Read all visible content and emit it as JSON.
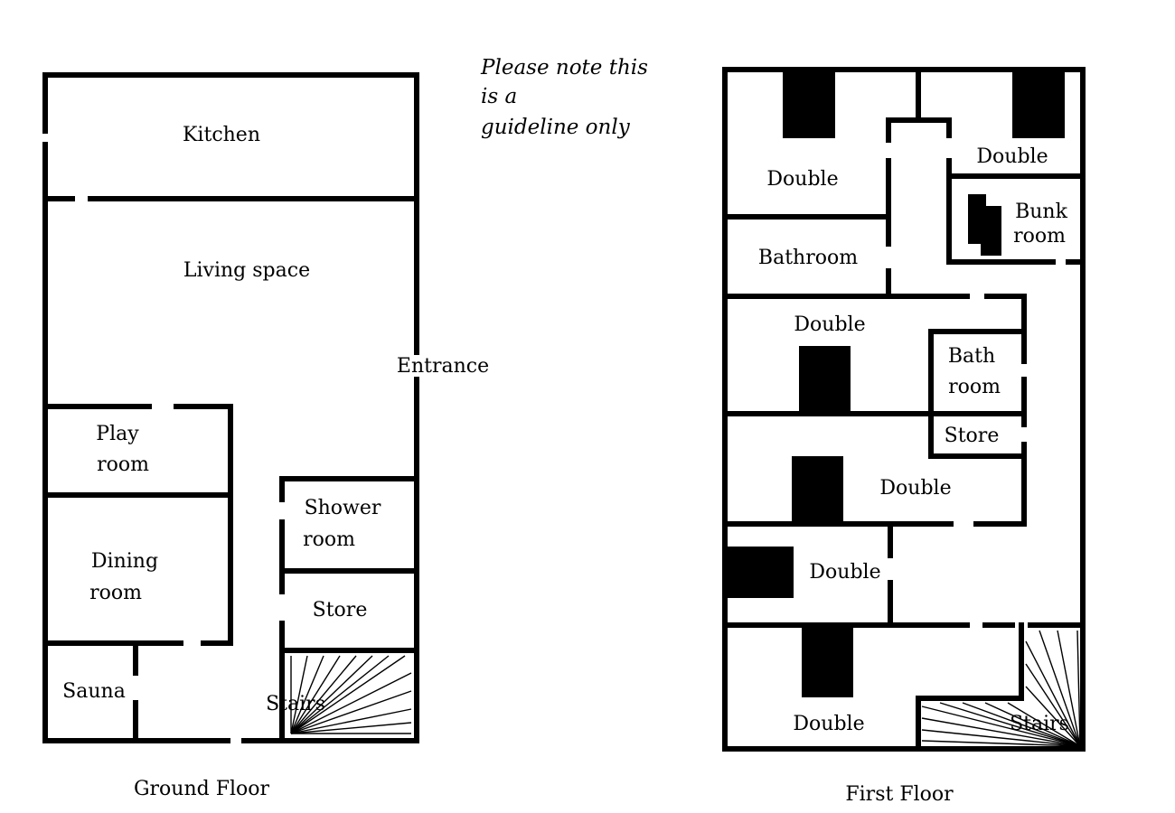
{
  "note": [
    "Please note this",
    "is a",
    "guideline only"
  ],
  "ground_floor": {
    "caption": "Ground Floor",
    "rooms": {
      "kitchen": "Kitchen",
      "living": "Living space",
      "entrance": "Entrance",
      "play": [
        "Play",
        "room"
      ],
      "dining": [
        "Dining",
        "room"
      ],
      "shower": [
        "Shower",
        "room"
      ],
      "store": "Store",
      "sauna": "Sauna",
      "stairs": "Stairs"
    }
  },
  "first_floor": {
    "caption": "First Floor",
    "rooms": {
      "double_top_left": "Double",
      "double_top_right": "Double",
      "bunk": [
        "Bunk",
        "room"
      ],
      "bathroom": "Bathroom",
      "double_mid": "Double",
      "bath": [
        "Bath",
        "room"
      ],
      "store": "Store",
      "double_center": "Double",
      "double_lower": "Double",
      "double_bottom": "Double",
      "stairs": "Stairs"
    }
  }
}
